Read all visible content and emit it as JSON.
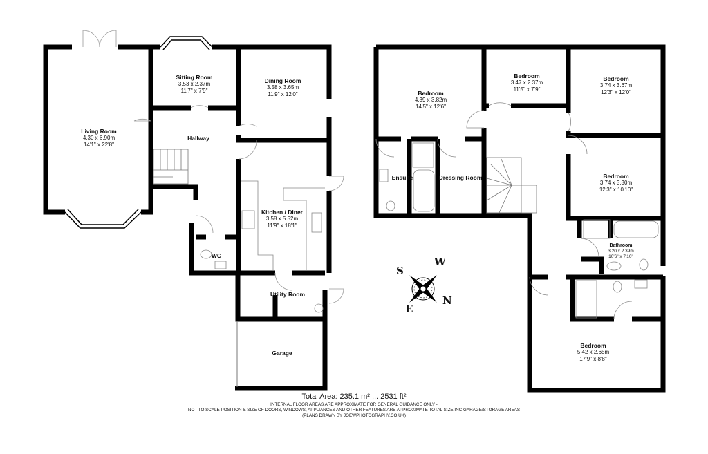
{
  "ground_floor": {
    "rooms": [
      {
        "name": "Living Room",
        "metric": "4.30 x 6.90m",
        "imperial": "14'1\" x 22'8\""
      },
      {
        "name": "Sitting Room",
        "metric": "3.53 x 2.37m",
        "imperial": "11'7\" x 7'9\""
      },
      {
        "name": "Dining Room",
        "metric": "3.58 x 3.65m",
        "imperial": "11'9\" x 12'0\""
      },
      {
        "name": "Hallway"
      },
      {
        "name": "Kitchen / Diner",
        "metric": "3.58 x 5.52m",
        "imperial": "11'9\" x 18'1\""
      },
      {
        "name": "WC"
      },
      {
        "name": "Utility Room"
      },
      {
        "name": "Garage"
      }
    ]
  },
  "first_floor": {
    "rooms": [
      {
        "name": "Bedroom",
        "metric": "4.39 x 3.82m",
        "imperial": "14'5\" x 12'6\""
      },
      {
        "name": "Bedroom",
        "metric": "3.47 x 2.37m",
        "imperial": "11'5\" x 7'9\""
      },
      {
        "name": "Bedroom",
        "metric": "3.74 x 3.67m",
        "imperial": "12'3\" x 12'0\""
      },
      {
        "name": "Bedroom",
        "metric": "3.74 x 3.30m",
        "imperial": "12'3\" x 10'10\""
      },
      {
        "name": "Ensuite"
      },
      {
        "name": "Dressing Room"
      },
      {
        "name": "Bathroom",
        "metric": "3.20 x 2.39m",
        "imperial": "10'6\" x 7'10\""
      },
      {
        "name": "Bedroom",
        "metric": "5.42 x 2.65m",
        "imperial": "17'9\" x 8'8\""
      }
    ]
  },
  "compass": {
    "s": "S",
    "w": "W",
    "n": "N",
    "e": "E"
  },
  "footer": {
    "total_area": "Total Area: 235.1 m² ... 2531 ft²",
    "note_1": "INTERNAL FLOOR AREAS ARE APPROXIMATE FOR GENERAL GUIDANCE ONLY -",
    "note_2": "NOT TO SCALE POSITION & SIZE OF DOORS, WINDOWS, APPLIANCES AND OTHER FEATURES ARE APPROXIMATE TOTAL SIZE INC GARAGE/STORAGE AREAS",
    "note_3": "(PLANS DRAWN BY JOEWPHOTOGRAPHY.CO.UK)"
  },
  "colors": {
    "wall": "#000000",
    "background": "#ffffff",
    "fixture": "#888888"
  }
}
